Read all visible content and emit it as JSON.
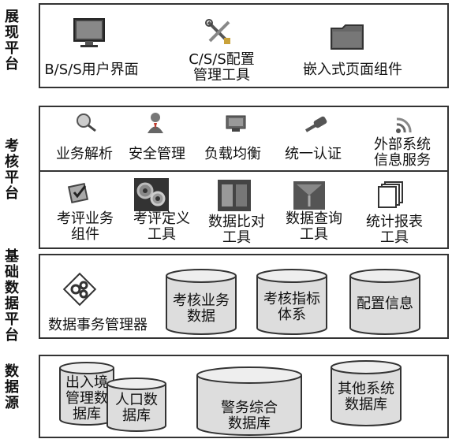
{
  "layers": {
    "presentation": {
      "label": [
        "展",
        "现",
        "平",
        "台"
      ],
      "items": [
        {
          "text": [
            "B/S/S用户界面"
          ],
          "icon": "monitor-icon"
        },
        {
          "text": [
            "C/S/S配置",
            "管理工具"
          ],
          "icon": "tools-icon"
        },
        {
          "text": [
            "嵌入式页面组件"
          ],
          "icon": "folder-icon"
        }
      ]
    },
    "assessment": {
      "label": [
        "考",
        "核",
        "平",
        "台"
      ],
      "row1": [
        {
          "text": [
            "业务解析"
          ],
          "icon": "magnifier-icon"
        },
        {
          "text": [
            "安全管理"
          ],
          "icon": "user-icon"
        },
        {
          "text": [
            "负载均衡"
          ],
          "icon": "server-icon"
        },
        {
          "text": [
            "统一认证"
          ],
          "icon": "key-icon"
        },
        {
          "text": [
            "外部系统",
            "信息服务"
          ],
          "icon": "wireless-icon"
        }
      ],
      "row2": [
        {
          "text": [
            "考评业务",
            "组件"
          ],
          "icon": "document-check-icon"
        },
        {
          "text": [
            "考评定义",
            "工具"
          ],
          "icon": "gears-icon"
        },
        {
          "text": [
            "数据比对",
            "工具"
          ],
          "icon": "compare-icon"
        },
        {
          "text": [
            "数据查询",
            "工具"
          ],
          "icon": "query-icon"
        },
        {
          "text": [
            "统计报表",
            "工具"
          ],
          "icon": "report-stack-icon"
        }
      ]
    },
    "data_platform": {
      "label": [
        "基",
        "础",
        "数",
        "据",
        "平",
        "台"
      ],
      "manager": {
        "text": "数据事务管理器",
        "icon": "gear-diamond-icon"
      },
      "cylinders": [
        {
          "text": [
            "考核业务",
            "数据"
          ]
        },
        {
          "text": [
            "考核指标",
            "体系"
          ]
        },
        {
          "text": [
            "配置信息"
          ]
        }
      ]
    },
    "data_source": {
      "label": [
        "数",
        "据",
        "源"
      ],
      "cylinders": [
        {
          "text": [
            "出入境",
            "管理数",
            "据库"
          ]
        },
        {
          "text": [
            "人口数",
            "据库"
          ]
        },
        {
          "text": [
            "警务综合",
            "数据库"
          ]
        },
        {
          "text": [
            "其他系统",
            "数据库"
          ]
        }
      ]
    }
  }
}
